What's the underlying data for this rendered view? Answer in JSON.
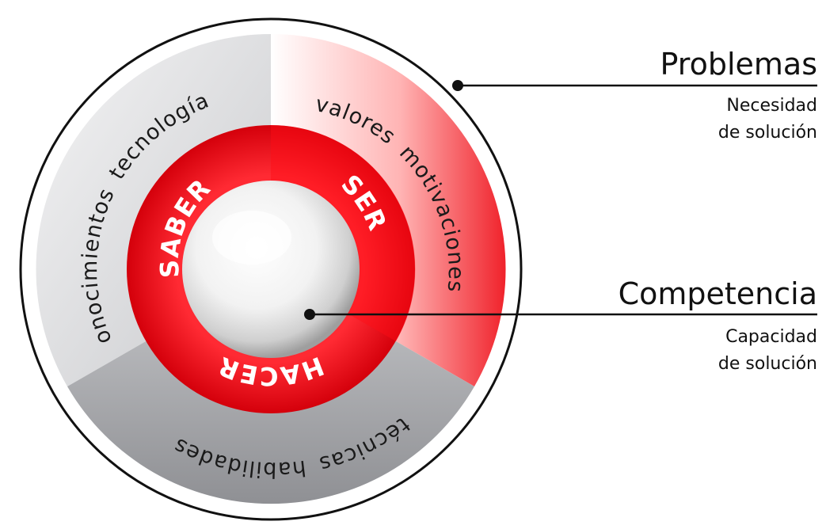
{
  "outer": {
    "saber": [
      "conocimientos",
      "tecnologías"
    ],
    "ser": [
      "valores",
      "motivaciones"
    ],
    "hacer": [
      "técnicas",
      "habilidades"
    ]
  },
  "inner": {
    "saber": "SABER",
    "ser": "SER",
    "hacer": "HACER"
  },
  "callouts": {
    "problemas": {
      "title": "Problemas",
      "line1": "Necesidad",
      "line2": "de solución"
    },
    "competencia": {
      "title": "Competencia",
      "line1": "Capacidad",
      "line2": "de solución"
    }
  },
  "colors": {
    "red": "#e8111b",
    "dark_red": "#c8000c",
    "pink": "#ffd6d6",
    "gray": "#d2d3d5",
    "dark_gray": "#a9aaad",
    "outline": "#111111"
  }
}
